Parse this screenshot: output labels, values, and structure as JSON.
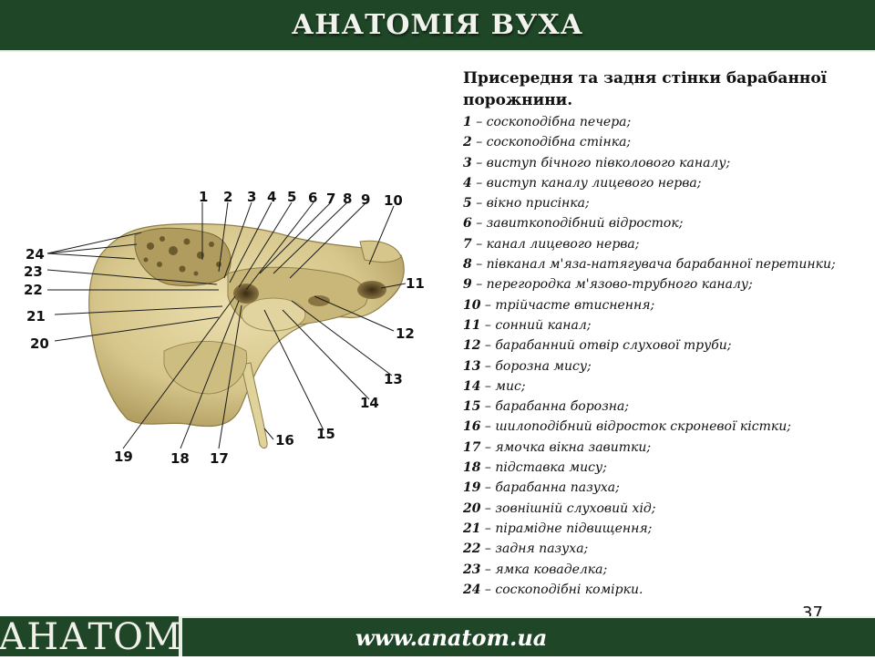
{
  "header": {
    "title": "АНАТОМІЯ ВУХА"
  },
  "caption": {
    "title": "Присередня та задня стінки барабанної порожнини.",
    "items": [
      {
        "num": "1",
        "text": " – соскоподібна печера;"
      },
      {
        "num": "2",
        "text": " – соскоподібна стінка;"
      },
      {
        "num": "3",
        "text": " – виступ бічного півколового каналу;"
      },
      {
        "num": "4",
        "text": " – виступ каналу лицевого нерва;"
      },
      {
        "num": "5",
        "text": " – вікно присінка;"
      },
      {
        "num": "6",
        "text": " – завиткоподібний відросток;"
      },
      {
        "num": "7",
        "text": " – канал лицевого нерва;"
      },
      {
        "num": "8",
        "text": " – півканал м'яза-натягувача барабанної перетинки;"
      },
      {
        "num": "9",
        "text": " – перегородка м'язово-трубного каналу;"
      },
      {
        "num": "10",
        "text": " – трійчасте втиснення;"
      },
      {
        "num": "11",
        "text": " – сонний канал;"
      },
      {
        "num": "12",
        "text": " – барабанний отвір слухової труби;"
      },
      {
        "num": "13",
        "text": " – борозна мису;"
      },
      {
        "num": "14",
        "text": " – мис;"
      },
      {
        "num": "15",
        "text": " – барабанна борозна;"
      },
      {
        "num": "16",
        "text": " – шилоподібний відросток скроневої кістки;"
      },
      {
        "num": "17",
        "text": " – ямочка вікна завитки;"
      },
      {
        "num": "18",
        "text": " – підставка мису;"
      },
      {
        "num": "19",
        "text": " – барабанна пазуха;"
      },
      {
        "num": "20",
        "text": " – зовнішній слуховий хід;"
      },
      {
        "num": "21",
        "text": " – пірамідне підвищення;"
      },
      {
        "num": "22",
        "text": " – задня пазуха;"
      },
      {
        "num": "23",
        "text": " – ямка коваделка;"
      },
      {
        "num": "24",
        "text": " – соскоподібні комірки."
      }
    ]
  },
  "figure_labels": {
    "l1": "1",
    "l2": "2",
    "l3": "3",
    "l4": "4",
    "l5": "5",
    "l6": "6",
    "l7": "7",
    "l8": "8",
    "l9": "9",
    "l10": "10",
    "l11": "11",
    "l12": "12",
    "l13": "13",
    "l14": "14",
    "l15": "15",
    "l16": "16",
    "l17": "17",
    "l18": "18",
    "l19": "19",
    "l20": "20",
    "l21": "21",
    "l22": "22",
    "l23": "23",
    "l24": "24"
  },
  "page_number": "37",
  "footer": {
    "logo_text": "АНАТОМ",
    "website": "www.anatom.ua"
  },
  "colors": {
    "bar": "#1f4627",
    "bone": "#d9cb93",
    "bone_dark": "#a8955a"
  }
}
